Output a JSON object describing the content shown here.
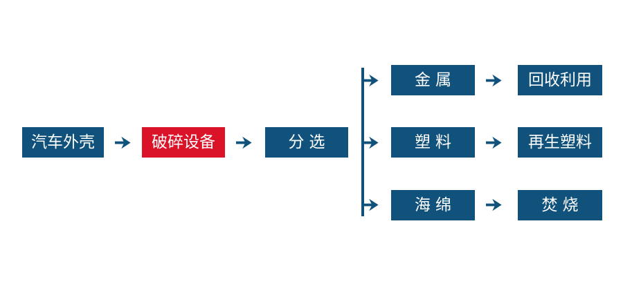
{
  "diagram": {
    "type": "flowchart",
    "direction": "left-to-right",
    "colors": {
      "node_blue": "#10527C",
      "node_red": "#DB1329",
      "arrow_blue": "#10527C",
      "node_text": "#FFFFFF",
      "background": "#FFFFFF"
    },
    "main_flow": [
      {
        "id": "car-shell",
        "label": "汽车外壳",
        "color": "blue"
      },
      {
        "id": "crushing-equipment",
        "label": "破碎设备",
        "color": "red"
      },
      {
        "id": "sorting",
        "label": "分选",
        "color": "blue"
      }
    ],
    "branches": [
      {
        "material": {
          "label": "金属"
        },
        "outcome": {
          "label": "回收利用"
        }
      },
      {
        "material": {
          "label": "塑料"
        },
        "outcome": {
          "label": "再生塑料"
        }
      },
      {
        "material": {
          "label": "海绵"
        },
        "outcome": {
          "label": "焚烧"
        }
      }
    ]
  }
}
